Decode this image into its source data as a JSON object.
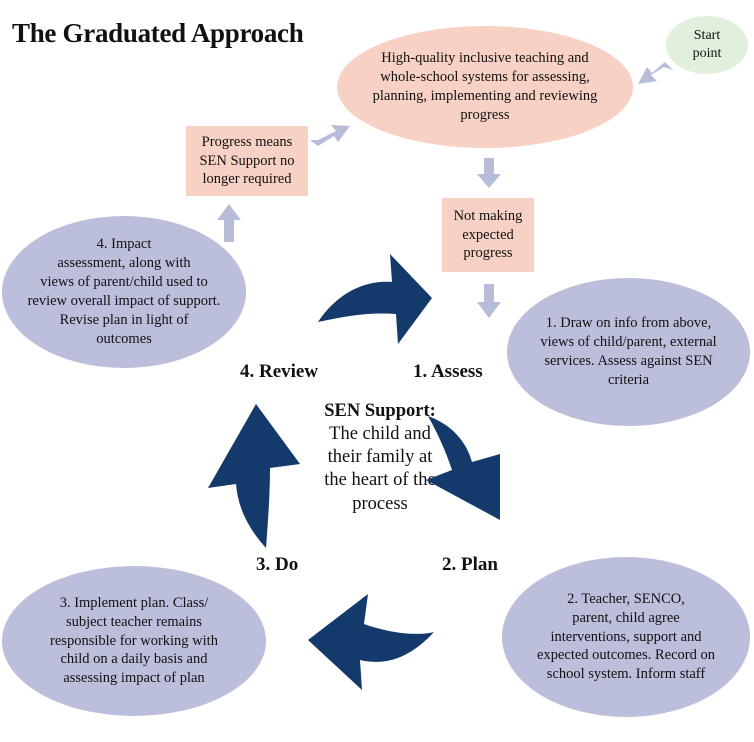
{
  "title": "The Graduated Approach",
  "start_point": "Start\npoint",
  "top_ellipse": "High-quality inclusive teaching and\nwhole-school systems for assessing,\nplanning, implementing and reviewing\nprogress",
  "progress_box": "Progress means\nSEN Support no\nlonger required",
  "not_making_box": "Not making\nexpected\nprogress",
  "assess_ellipse": "1. Draw on info from above,\nviews of child/parent, external\nservices. Assess against SEN\ncriteria",
  "review_ellipse": "4. Impact\nassessment, along with\nviews of parent/child used to\nreview overall impact of support.\nRevise plan in light of\noutcomes",
  "plan_ellipse": "2. Teacher, SENCO,\nparent, child agree\ninterventions, support and\nexpected outcomes. Record on\nschool system. Inform staff",
  "do_ellipse": "3. Implement plan. Class/\nsubject teacher remains\nresponsible for working with\nchild on a daily basis and\nassessing impact of plan",
  "stages": {
    "assess": "1. Assess",
    "plan": "2. Plan",
    "do": "3. Do",
    "review": "4. Review"
  },
  "center": {
    "heading": "SEN Support:",
    "body": "The child and\ntheir family at\nthe heart of the\nprocess"
  },
  "colors": {
    "pink": "#f7d2c4",
    "lavender": "#bcbfdb",
    "green": "#e1f0dc",
    "cycle_arrow": "#143a6b",
    "flow_arrow": "#b7bcd8"
  }
}
